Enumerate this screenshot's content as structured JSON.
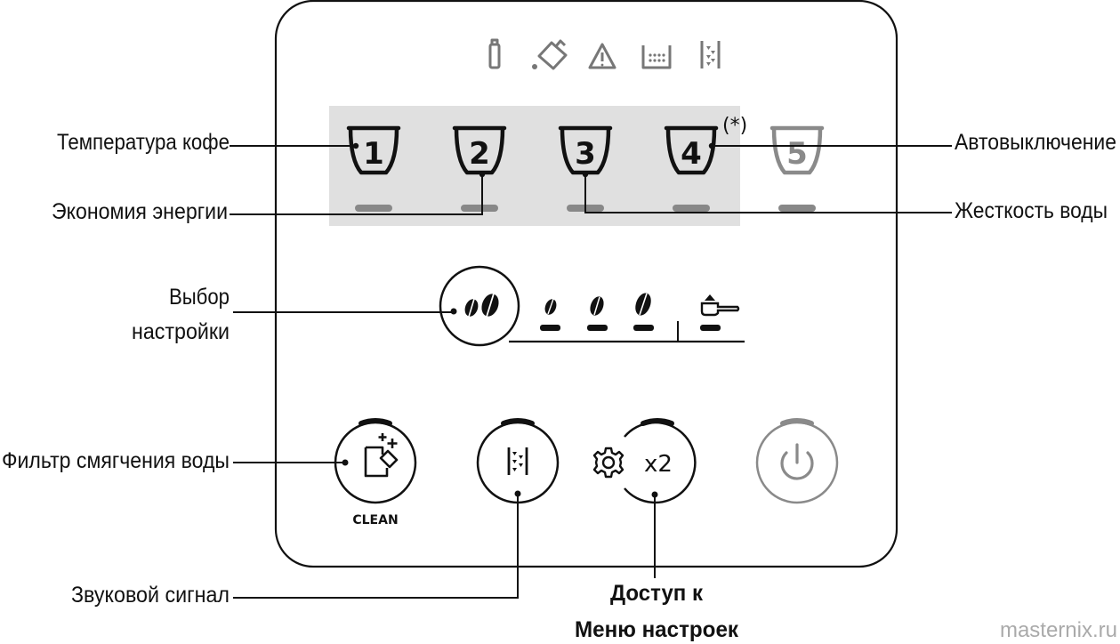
{
  "title": "Панель управления кофемашины — меню настроек",
  "colors": {
    "ink": "#111111",
    "icon_gray": "#777777",
    "led_gray": "#888888",
    "highlight_bg": "#e0e0e0",
    "dim_gray": "#8a8a8a",
    "watermark": "#aaaaaa"
  },
  "status_icons": [
    {
      "name": "descale-liquid-icon"
    },
    {
      "name": "water-tank-pour-icon"
    },
    {
      "name": "warning-icon"
    },
    {
      "name": "grounds-container-icon"
    },
    {
      "name": "water-filter-icon"
    }
  ],
  "cups": [
    {
      "number": "1",
      "label": "Температура кофе",
      "active": true
    },
    {
      "number": "2",
      "label": "Экономия энергии",
      "active": true
    },
    {
      "number": "3",
      "label": "Жесткость воды",
      "active": true
    },
    {
      "number": "4",
      "label": "Автовыключение",
      "active": true,
      "note": "(*)"
    },
    {
      "number": "5",
      "label": "",
      "active": false
    }
  ],
  "callouts": {
    "coffee_temperature": "Температура кофе",
    "energy_saving": "Экономия энергии",
    "auto_off": "Автовыключение",
    "water_hardness": "Жесткость воды",
    "setting_select_line1": "Выбор",
    "setting_select_line2": "настройки",
    "water_filter": "Фильтр смягчения воды",
    "beep": "Звуковой сигнал",
    "menu_access_line1": "Доступ к",
    "menu_access_line2": "Меню настроек"
  },
  "asterisk_note": "(*)",
  "aroma": {
    "levels": [
      "mild",
      "medium",
      "strong",
      "pre-ground"
    ]
  },
  "buttons": {
    "clean_label": "CLEAN",
    "x2_label": "x2"
  },
  "watermark": "masternix.ru"
}
